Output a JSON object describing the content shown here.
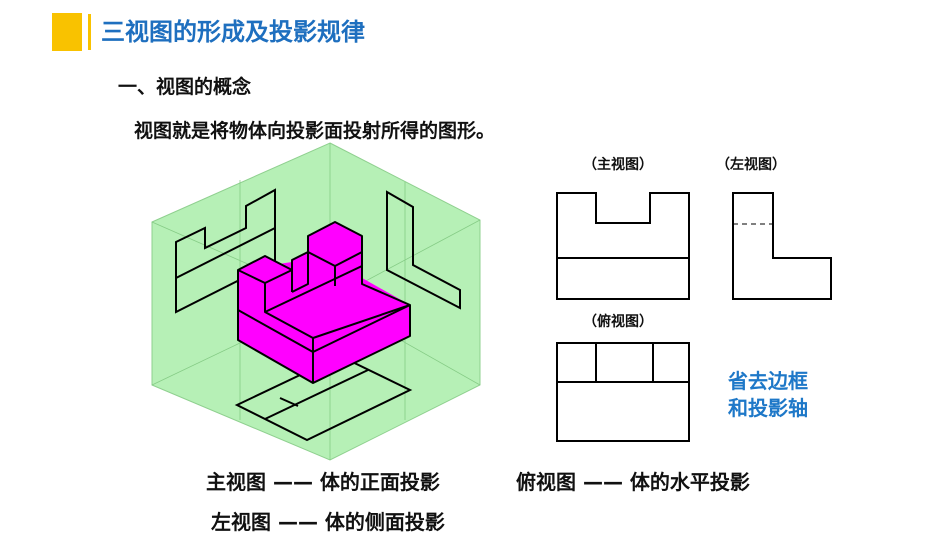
{
  "title": "三视图的形成及投影规律",
  "section_heading": "一、视图的概念",
  "definition": "视图就是将物体向投影面投射所得的图形。",
  "view_labels": {
    "front": "（主视图）",
    "left": "（左视图）",
    "top": "（俯视图）"
  },
  "note": [
    "省去边框",
    "和投影轴"
  ],
  "descriptions": {
    "front": "主视图 —— 体的正面投影",
    "top": "俯视图 —— 体的水平投影",
    "left": "左视图 —— 体的侧面投影"
  },
  "colors": {
    "accent": "#f9c200",
    "title": "#1e6fbf",
    "note": "#1e78c8",
    "projection_box": "#b6f0b6",
    "solid": "#ff00ff"
  }
}
